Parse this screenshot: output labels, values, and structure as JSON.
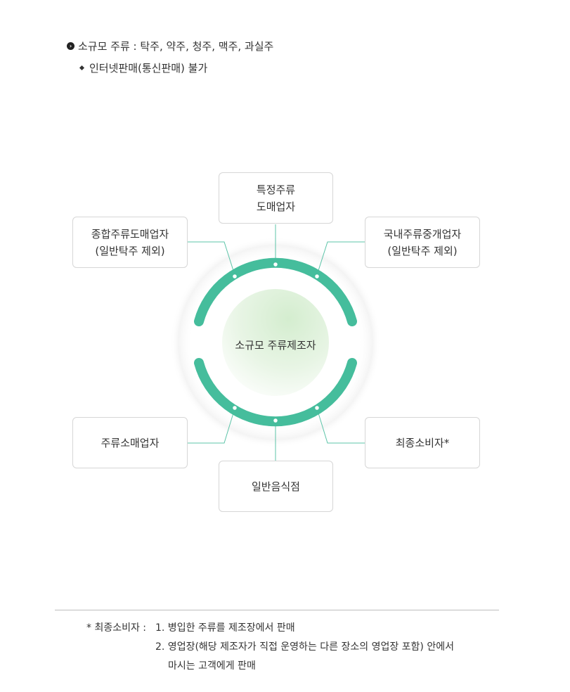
{
  "header": {
    "title": "소규모 주류 : 탁주, 약주, 청주, 맥주, 과실주",
    "note": "인터넷판매(통신판매) 불가"
  },
  "diagram": {
    "center": "소규모 주류제조자",
    "nodes": {
      "top": [
        "특정주류",
        "도매업자"
      ],
      "upper_left": [
        "종합주류도매업자",
        "(일반탁주 제외)"
      ],
      "upper_right": [
        "국내주류중개업자",
        "(일반탁주 제외)"
      ],
      "lower_left": [
        "주류소매업자"
      ],
      "bottom": [
        "일반음식점"
      ],
      "lower_right": [
        "최종소비자*"
      ]
    }
  },
  "footnote": {
    "prefix": "* 최종소비자 :",
    "items": [
      "1. 병입한 주류를 제조장에서 판매",
      "2. 영업장(해당 제조자가 직접 운영하는 다른 장소의 영업장 포함) 안에서",
      "마시는 고객에게 판매"
    ]
  },
  "colors": {
    "ring": "#45bd9c",
    "connector": "#5cc4a8",
    "center_glow": "#d8efd4",
    "box_border": "#d6d6d6"
  }
}
